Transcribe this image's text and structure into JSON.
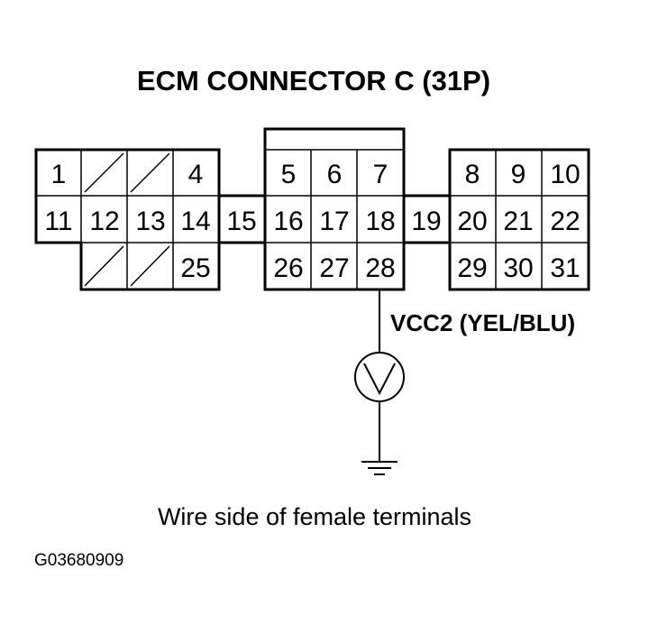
{
  "title": "ECM CONNECTOR C (31P)",
  "pins": {
    "p1": "1",
    "p4": "4",
    "p5": "5",
    "p6": "6",
    "p7": "7",
    "p8": "8",
    "p9": "9",
    "p10": "10",
    "p11": "11",
    "p12": "12",
    "p13": "13",
    "p14": "14",
    "p15": "15",
    "p16": "16",
    "p17": "17",
    "p18": "18",
    "p19": "19",
    "p20": "20",
    "p21": "21",
    "p22": "22",
    "p25": "25",
    "p26": "26",
    "p27": "27",
    "p28": "28",
    "p29": "29",
    "p30": "30",
    "p31": "31"
  },
  "wire_label": "VCC2 (YEL/BLU)",
  "meter_symbol": "V",
  "caption": "Wire side of female terminals",
  "figure_code": "G03680909"
}
